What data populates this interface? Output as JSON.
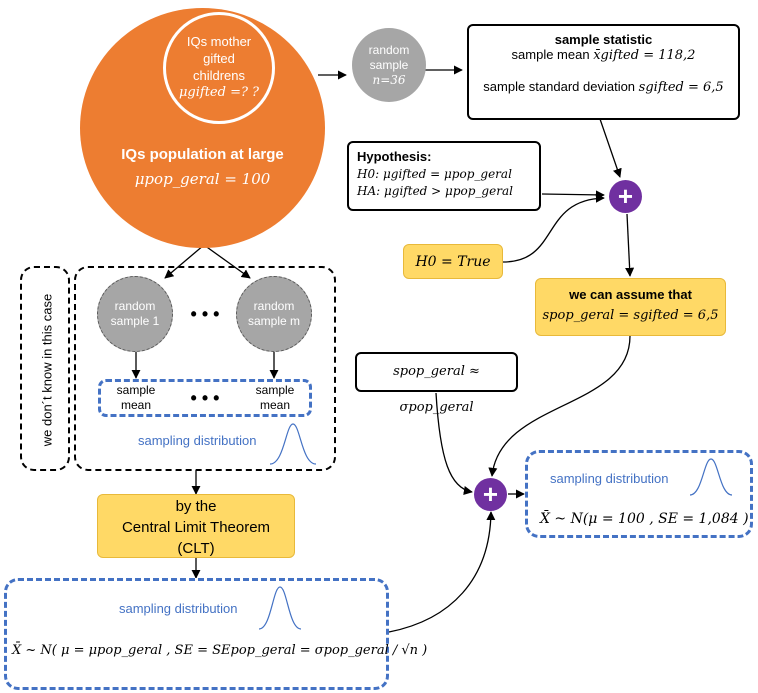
{
  "population": {
    "inner_line1": "IQs mother",
    "inner_line2": "gifted",
    "inner_line3": "childrens",
    "inner_math": "μgifted =? ?",
    "title": "IQs population at large",
    "math": "μpop_geral = 100"
  },
  "random_sample_top": {
    "line1": "random",
    "line2": "sample",
    "n": "n=36"
  },
  "sample_statistic": {
    "title": "sample statistic",
    "mean_label": "sample mean",
    "mean_math": "x̄gifted = 118,2",
    "sd_label": "sample standard deviation",
    "sd_math": "sgifted = 6,5"
  },
  "hypothesis": {
    "title": "Hypothesis:",
    "h0": "H0:  μgifted = μpop_geral",
    "ha": "HA:  μgifted > μpop_geral"
  },
  "h0_true": "H0 = True",
  "assume": {
    "title": "we can assume that",
    "math": "spop_geral = sgifted = 6,5"
  },
  "approx": "spop_geral ≈ σpop_geral",
  "side_note": "we don´t know in this case",
  "sample1": {
    "line1": "random",
    "line2": "sample 1"
  },
  "samplem": {
    "line1": "random",
    "line2": "sample m"
  },
  "ellipsis": "• • •",
  "mean1": {
    "line1": "sample",
    "line2": "mean"
  },
  "meanm": {
    "line1": "sample",
    "line2": "mean"
  },
  "sampling_dist_label": "sampling distribution",
  "clt": {
    "line1": "by the",
    "line2": "Central Limit Theorem",
    "line3": "(CLT)"
  },
  "formula_general": "X̄ ~ N( μ = μpop_geral , SE = SEpop_geral = σpop_geral / √n )",
  "formula_specific": "X̄ ~ N(μ = 100 , SE = 1,084 )",
  "plus": "+",
  "colors": {
    "orange": "#ed7d31",
    "purple": "#7030a0",
    "gray": "#a6a6a6",
    "yellow": "#ffd966",
    "blue": "#4472c4"
  }
}
